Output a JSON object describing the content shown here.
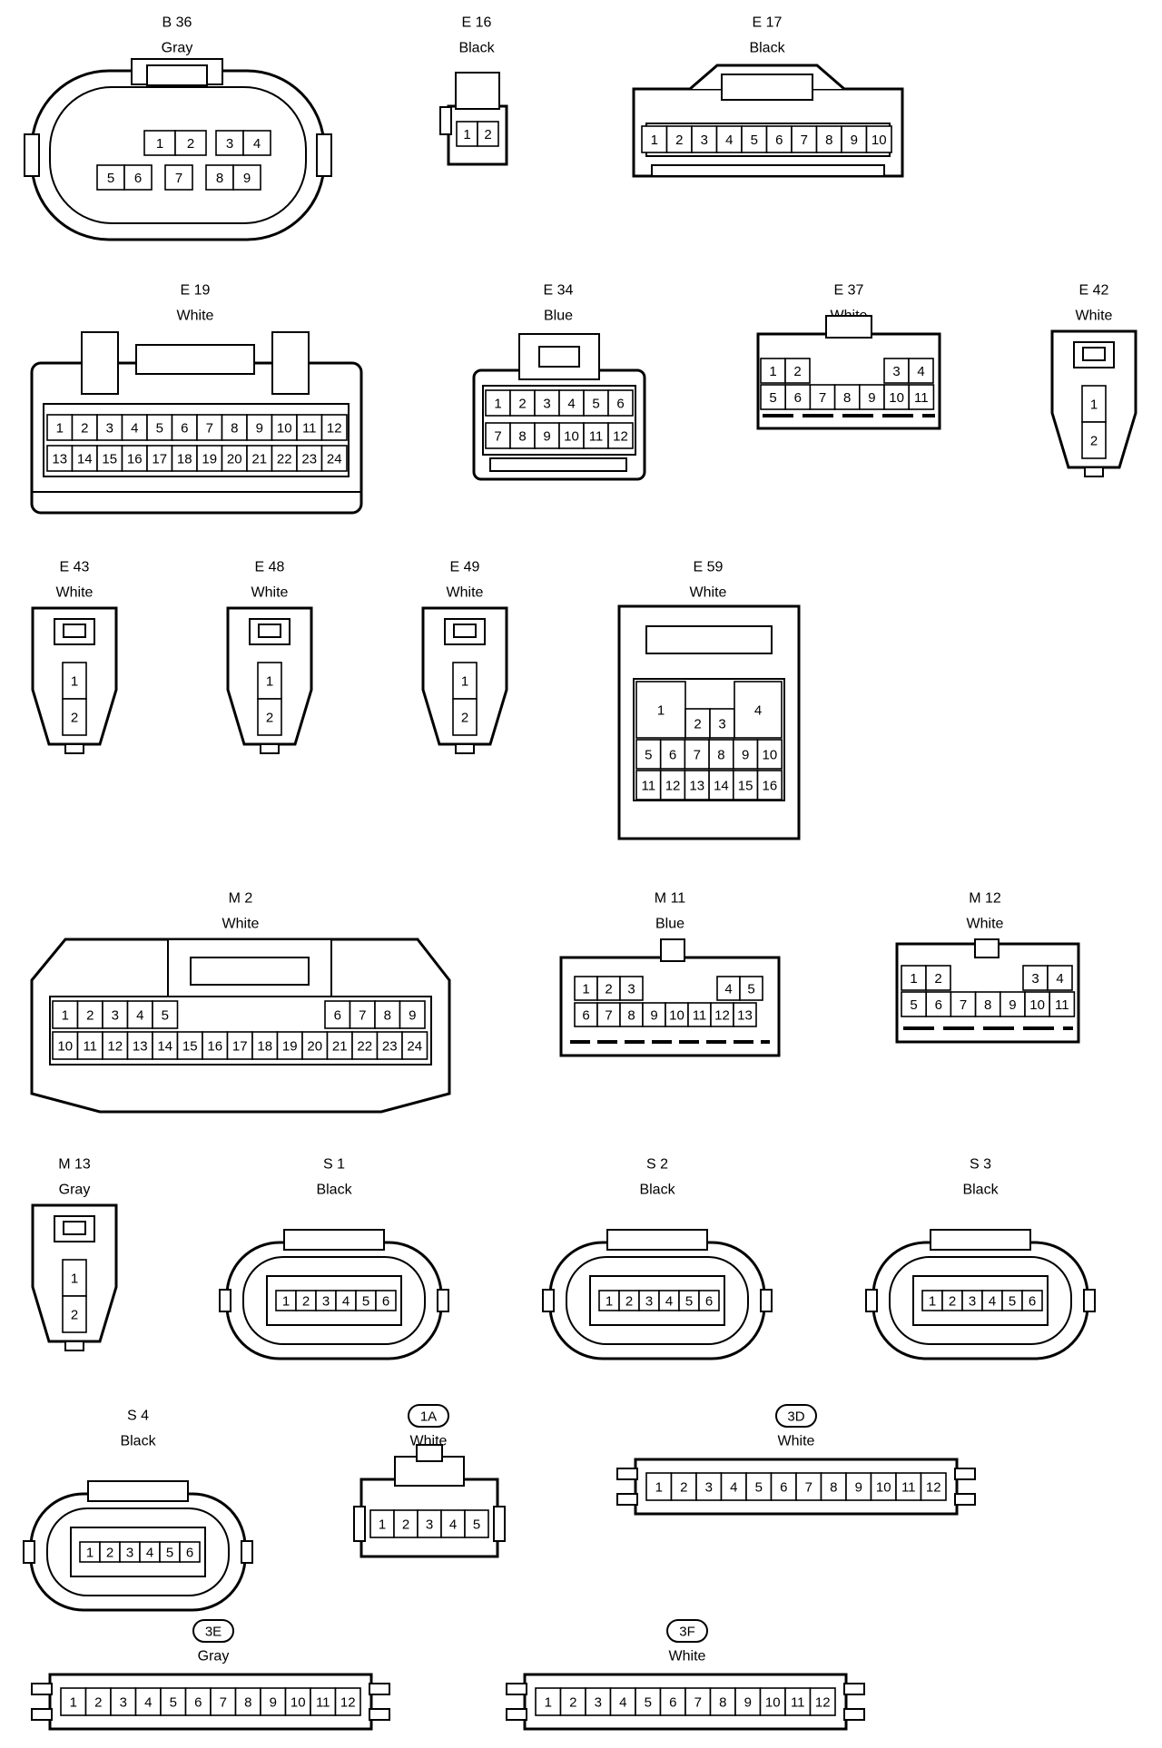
{
  "connectors": [
    {
      "id": "B 36",
      "color": "Gray",
      "kind": "oval-b36",
      "pins": [
        "1",
        "2",
        "3",
        "4",
        "5",
        "6",
        "7",
        "8",
        "9"
      ]
    },
    {
      "id": "E 16",
      "color": "Black",
      "kind": "small-2",
      "pins": [
        "1",
        "2"
      ]
    },
    {
      "id": "E 17",
      "color": "Black",
      "kind": "row",
      "pins": [
        "1",
        "2",
        "3",
        "4",
        "5",
        "6",
        "7",
        "8",
        "9",
        "10"
      ]
    },
    {
      "id": "E 19",
      "color": "White",
      "kind": "grid",
      "pins": [
        "1",
        "2",
        "3",
        "4",
        "5",
        "6",
        "7",
        "8",
        "9",
        "10",
        "11",
        "12",
        "13",
        "14",
        "15",
        "16",
        "17",
        "18",
        "19",
        "20",
        "21",
        "22",
        "23",
        "24"
      ]
    },
    {
      "id": "E 34",
      "color": "Blue",
      "kind": "grid",
      "pins": [
        "1",
        "2",
        "3",
        "4",
        "5",
        "6",
        "7",
        "8",
        "9",
        "10",
        "11",
        "12"
      ]
    },
    {
      "id": "E 37",
      "color": "White",
      "kind": "split",
      "pins": [
        "1",
        "2",
        "3",
        "4",
        "5",
        "6",
        "7",
        "8",
        "9",
        "10",
        "11"
      ]
    },
    {
      "id": "E 42",
      "color": "White",
      "kind": "plug-2",
      "pins": [
        "1",
        "2"
      ]
    },
    {
      "id": "E 43",
      "color": "White",
      "kind": "plug-2",
      "pins": [
        "1",
        "2"
      ]
    },
    {
      "id": "E 48",
      "color": "White",
      "kind": "plug-2",
      "pins": [
        "1",
        "2"
      ]
    },
    {
      "id": "E 49",
      "color": "White",
      "kind": "plug-2",
      "pins": [
        "1",
        "2"
      ]
    },
    {
      "id": "E 59",
      "color": "White",
      "kind": "e59",
      "pins": [
        "1",
        "2",
        "3",
        "4",
        "5",
        "6",
        "7",
        "8",
        "9",
        "10",
        "11",
        "12",
        "13",
        "14",
        "15",
        "16"
      ]
    },
    {
      "id": "M 2",
      "color": "White",
      "kind": "m2",
      "pins": [
        "1",
        "2",
        "3",
        "4",
        "5",
        "6",
        "7",
        "8",
        "9",
        "10",
        "11",
        "12",
        "13",
        "14",
        "15",
        "16",
        "17",
        "18",
        "19",
        "20",
        "21",
        "22",
        "23",
        "24"
      ]
    },
    {
      "id": "M 11",
      "color": "Blue",
      "kind": "split",
      "pins": [
        "1",
        "2",
        "3",
        "4",
        "5",
        "6",
        "7",
        "8",
        "9",
        "10",
        "11",
        "12",
        "13"
      ]
    },
    {
      "id": "M 12",
      "color": "White",
      "kind": "split",
      "pins": [
        "1",
        "2",
        "3",
        "4",
        "5",
        "6",
        "7",
        "8",
        "9",
        "10",
        "11"
      ]
    },
    {
      "id": "M 13",
      "color": "Gray",
      "kind": "plug-2",
      "pins": [
        "1",
        "2"
      ]
    },
    {
      "id": "S 1",
      "color": "Black",
      "kind": "oval-6",
      "pins": [
        "1",
        "2",
        "3",
        "4",
        "5",
        "6"
      ]
    },
    {
      "id": "S 2",
      "color": "Black",
      "kind": "oval-6",
      "pins": [
        "1",
        "2",
        "3",
        "4",
        "5",
        "6"
      ]
    },
    {
      "id": "S 3",
      "color": "Black",
      "kind": "oval-6",
      "pins": [
        "1",
        "2",
        "3",
        "4",
        "5",
        "6"
      ]
    },
    {
      "id": "S 4",
      "color": "Black",
      "kind": "oval-6",
      "pins": [
        "1",
        "2",
        "3",
        "4",
        "5",
        "6"
      ]
    },
    {
      "id": "1A",
      "color": "White",
      "kind": "row5",
      "boxed_id": true,
      "pins": [
        "1",
        "2",
        "3",
        "4",
        "5"
      ]
    },
    {
      "id": "3D",
      "color": "White",
      "kind": "bar",
      "boxed_id": true,
      "pins": [
        "1",
        "2",
        "3",
        "4",
        "5",
        "6",
        "7",
        "8",
        "9",
        "10",
        "11",
        "12"
      ]
    },
    {
      "id": "3E",
      "color": "Gray",
      "kind": "bar",
      "boxed_id": true,
      "pins": [
        "1",
        "2",
        "3",
        "4",
        "5",
        "6",
        "7",
        "8",
        "9",
        "10",
        "11",
        "12"
      ]
    },
    {
      "id": "3F",
      "color": "White",
      "kind": "bar",
      "boxed_id": true,
      "pins": [
        "1",
        "2",
        "3",
        "4",
        "5",
        "6",
        "7",
        "8",
        "9",
        "10",
        "11",
        "12"
      ]
    }
  ]
}
